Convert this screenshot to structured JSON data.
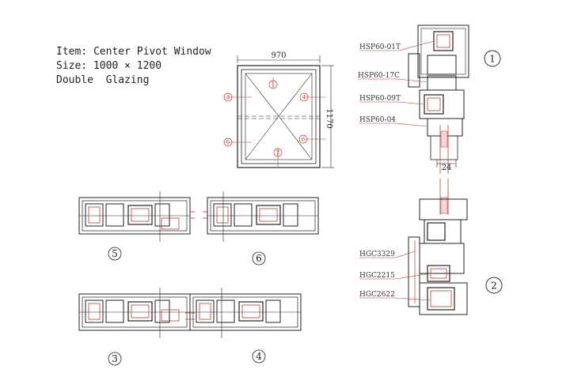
{
  "info": {
    "item": "Item: Center Pivot Window",
    "size": "Size: 1000 × 1200",
    "glazing": "Double  Glazing"
  },
  "elevation": {
    "width_label": "970",
    "height_label": "1170",
    "markers": [
      "1",
      "2",
      "3",
      "4",
      "5",
      "6"
    ]
  },
  "section_right": {
    "number_top": "1",
    "number_bottom": "2",
    "glass_width": "24",
    "parts_top": [
      "HSP60-01T",
      "HSP60-17C",
      "HSP60-09T",
      "HSP60-04"
    ],
    "parts_bottom": [
      "HGC3329",
      "HGC2215",
      "HGC2622"
    ]
  },
  "section_numbers": {
    "s5": "5",
    "s6": "6",
    "s3": "3",
    "s4": "4"
  },
  "colors": {
    "line": "#222222",
    "accent": "#c0392b"
  }
}
